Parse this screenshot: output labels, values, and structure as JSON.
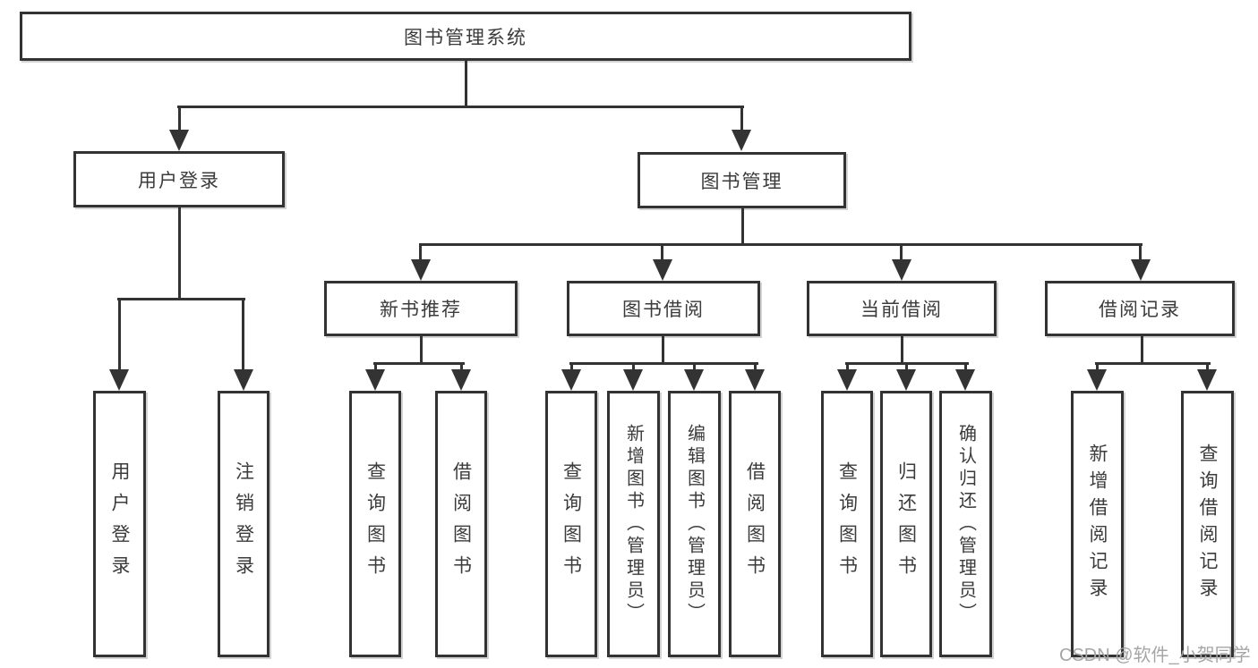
{
  "diagram_type": "hierarchy-tree",
  "tree": {
    "root": "图书管理系统",
    "login": {
      "label": "用户登录",
      "children": [
        "用户登录",
        "注销登录"
      ]
    },
    "mgmt": {
      "label": "图书管理"
    },
    "groups": [
      {
        "label": "新书推荐",
        "children": [
          "查询图书",
          "借阅图书"
        ]
      },
      {
        "label": "图书借阅",
        "children": [
          "查询图书",
          "新增图书（管理员）",
          "编辑图书（管理员）",
          "借阅图书"
        ]
      },
      {
        "label": "当前借阅",
        "children": [
          "查询图书",
          "归还图书",
          "确认归还（管理员）"
        ]
      },
      {
        "label": "借阅记录",
        "children": [
          "新增借阅记录",
          "查询借阅记录"
        ]
      }
    ]
  },
  "watermark": {
    "text": "CSDN @软件_小贺同学"
  },
  "colors": {
    "line": "#333333",
    "box_border": "#333333",
    "text": "#3b3b3b",
    "background": "#ffffff",
    "watermark": "#a6a6a6"
  }
}
